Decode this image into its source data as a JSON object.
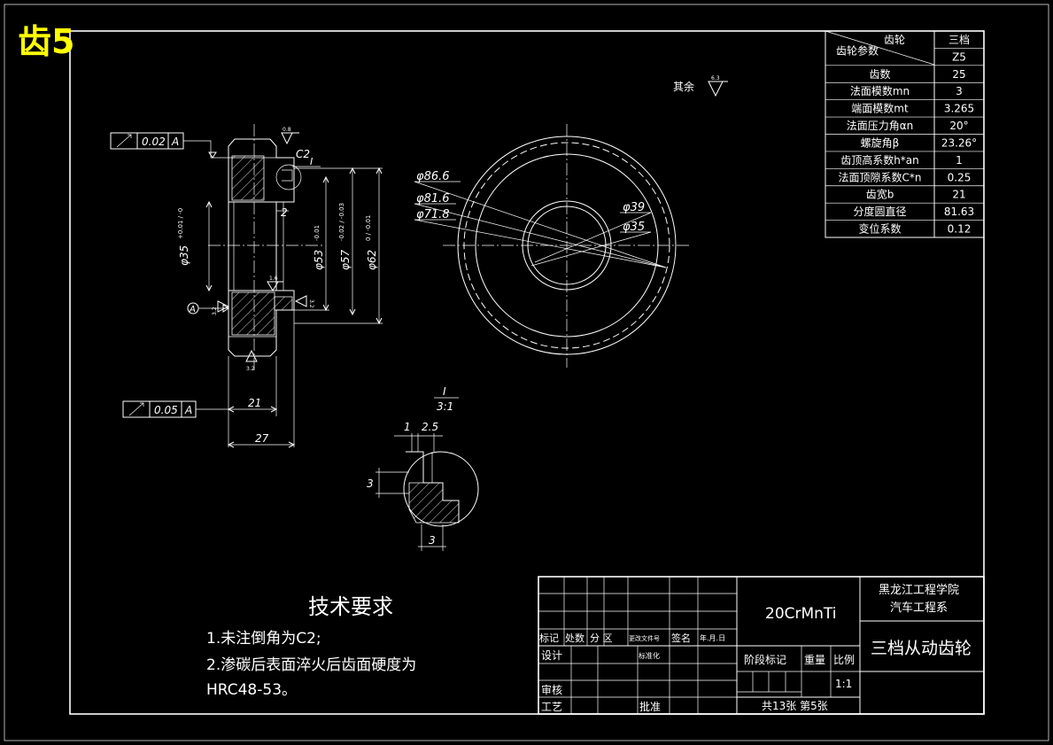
{
  "sheet_tag": "齿5",
  "surface_note": {
    "label": "其余",
    "value": "6.3"
  },
  "params_table": [
    {
      "label": "齿轮",
      "value": "三档"
    },
    {
      "label": "齿轮参数",
      "value": "Z5"
    },
    {
      "label": "齿数",
      "value": "25"
    },
    {
      "label": "法面模数mn",
      "value": "3"
    },
    {
      "label": "端面模数mt",
      "value": "3.265"
    },
    {
      "label": "法面压力角αn",
      "value": "20°"
    },
    {
      "label": "螺旋角β",
      "value": "23.26°"
    },
    {
      "label": "齿顶高系数h*an",
      "value": "1"
    },
    {
      "label": "法面顶隙系数C*n",
      "value": "0.25"
    },
    {
      "label": "齿宽b",
      "value": "21"
    },
    {
      "label": "分度圆直径",
      "value": "81.63"
    },
    {
      "label": "变位系数",
      "value": "0.12"
    }
  ],
  "section_view": {
    "tol_top": "0.02",
    "tol_bottom": "0.05",
    "datum": "A",
    "chamfer": "C2",
    "detail_ref": "I",
    "rough_top": "0.8",
    "rough_mid": "1.6",
    "rough_left": "3.2",
    "rough_right": "3.2",
    "rough_bottom": "3.2",
    "dim_2": "2",
    "dim_bore": "φ35",
    "dim_bore_tol": "+0.01 / -0",
    "dim_53": "φ53",
    "dim_53_tol": "-0.01",
    "dim_57": "φ57",
    "dim_57_tol": "-0.02 / -0.03",
    "dim_62": "φ62",
    "dim_62_tol": "0 / -0.01",
    "dim_21": "21",
    "dim_27": "27"
  },
  "end_view": {
    "d1": "φ86.6",
    "d2": "φ81.6",
    "d3": "φ71.8",
    "d4": "φ39",
    "d5": "φ35"
  },
  "detail_view": {
    "label": "I",
    "scale": "3:1",
    "dim_1": "1",
    "dim_25": "2.5",
    "dim_3a": "3",
    "dim_3b": "3"
  },
  "tech_req": {
    "title": "技术要求",
    "line1": "1.未注倒角为C2;",
    "line2": "2.渗碳后表面淬火后齿面硬度为",
    "line3": "HRC48-53。"
  },
  "title_block": {
    "material": "20CrMnTi",
    "school": "黑龙江工程学院",
    "dept": "汽车工程系",
    "part_name": "三档从动齿轮",
    "h_mark": "标记",
    "h_count": "处数",
    "h_zone": "分  区",
    "h_doc": "更改文件号",
    "h_sign": "签名",
    "h_date": "年.月.日",
    "design": "设计",
    "standard": "标准化",
    "review": "审核",
    "process": "工艺",
    "approve": "批准",
    "stage": "阶段标记",
    "weight": "重量",
    "ratio_label": "比例",
    "ratio": "1:1",
    "sheets": "共13张  第5张"
  }
}
